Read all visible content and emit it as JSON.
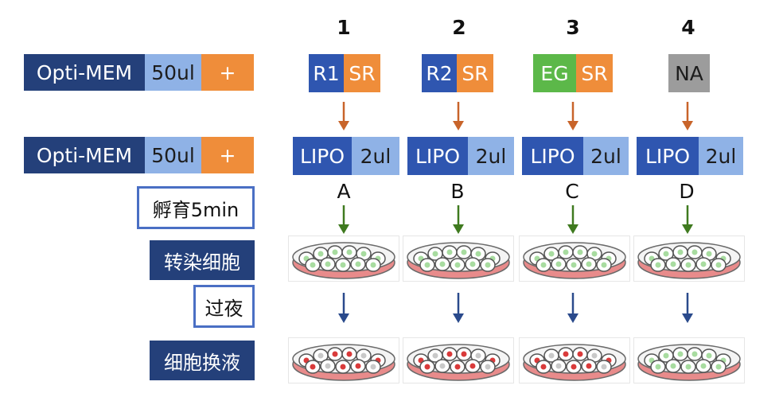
{
  "rows": {
    "row1": {
      "label": "Opti-MEM",
      "volume": "50ul",
      "plus": "+"
    },
    "row2": {
      "label": "Opti-MEM",
      "volume": "50ul",
      "plus": "+"
    }
  },
  "steps": {
    "incubate": "孵育5min",
    "transfect": "转染细胞",
    "overnight": "过夜",
    "change_medium": "细胞换液"
  },
  "columns": [
    {
      "number": "1",
      "left": "R1",
      "right": "SR",
      "lipo": "LIPO",
      "lipo_vol": "2ul",
      "letter": "A"
    },
    {
      "number": "2",
      "left": "R2",
      "right": "SR",
      "lipo": "LIPO",
      "lipo_vol": "2ul",
      "letter": "B"
    },
    {
      "number": "3",
      "left": "EG",
      "right": "SR",
      "lipo": "LIPO",
      "lipo_vol": "2ul",
      "letter": "C"
    },
    {
      "number": "4",
      "left": "NA",
      "right": "",
      "lipo": "LIPO",
      "lipo_vol": "2ul",
      "letter": "D"
    }
  ],
  "colors": {
    "dark_blue": "#24407a",
    "light_blue": "#8fb2e6",
    "orange": "#ef8d3a",
    "blue": "#2f56b0",
    "green": "#5cb849",
    "gray": "#9c9c9c",
    "arrow_orange": "#c8642a",
    "arrow_green": "#3f7a1f",
    "arrow_blue": "#2a4a8c",
    "cell_green": "#a8dca0",
    "cell_red": "#d93a3a",
    "dish_rim": "#e88b8b"
  }
}
